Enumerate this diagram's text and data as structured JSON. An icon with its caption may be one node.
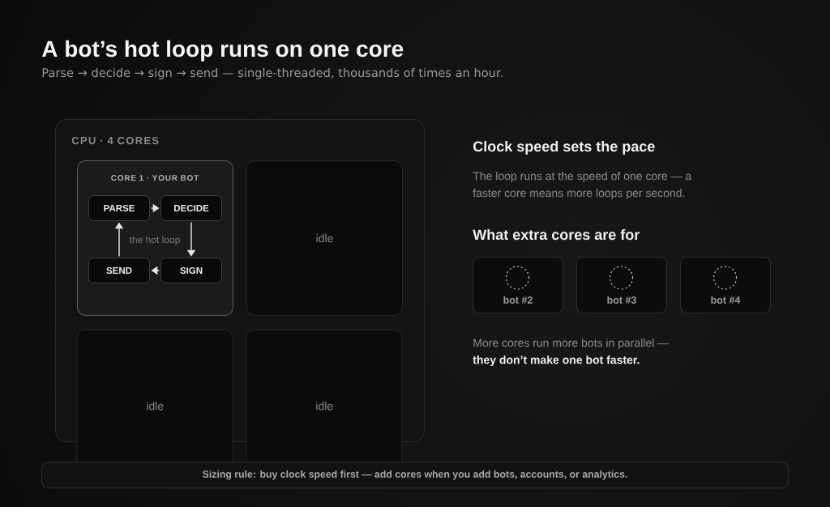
{
  "diagram": {
    "title": "A bot’s hot loop runs on one core",
    "nodes": [
      {
        "text": [
          "CPU · 4 CORES"
        ]
      },
      {
        "text": [
          "CORE 1 · YOUR BOT"
        ],
        "in": 0
      },
      {
        "text": [
          "PARSE"
        ],
        "in": 1
      },
      {
        "text": [
          "DECIDE"
        ],
        "in": 1
      },
      {
        "text": [
          "SEND"
        ],
        "in": 1
      },
      {
        "text": [
          "SIGN"
        ],
        "in": 1
      },
      {
        "text": [
          "idle"
        ],
        "in": 0
      },
      {
        "text": [
          "idle"
        ]
      },
      {
        "text": [
          "idle"
        ]
      },
      {
        "text": [
          "bot #2"
        ]
      },
      {
        "text": [
          "bot #3"
        ]
      },
      {
        "text": [
          "bot #4"
        ]
      },
      {
        "text": [
          "Sizing rule: buy clock speed first — add cores when you add bots, accounts, or analytics."
        ]
      }
    ],
    "edges": [
      {
        "from": 2,
        "to": 3,
        "arrow": "to"
      },
      {
        "from": 3,
        "to": 5,
        "arrow": "to"
      },
      {
        "from": 5,
        "to": 4,
        "arrow": "to"
      },
      {
        "from": 4,
        "to": 2,
        "arrow": "to"
      }
    ],
    "labels": [
      "Parse → decide → sign → send — single-threaded, thousands of times an hour.",
      "the hot loop",
      "Clock speed sets the pace",
      "The loop runs at the speed of one core — a faster core means more loops per second.",
      "What extra cores are for",
      "More cores run more bots in parallel — **they don’t make one bot faster.**"
    ]
  }
}
